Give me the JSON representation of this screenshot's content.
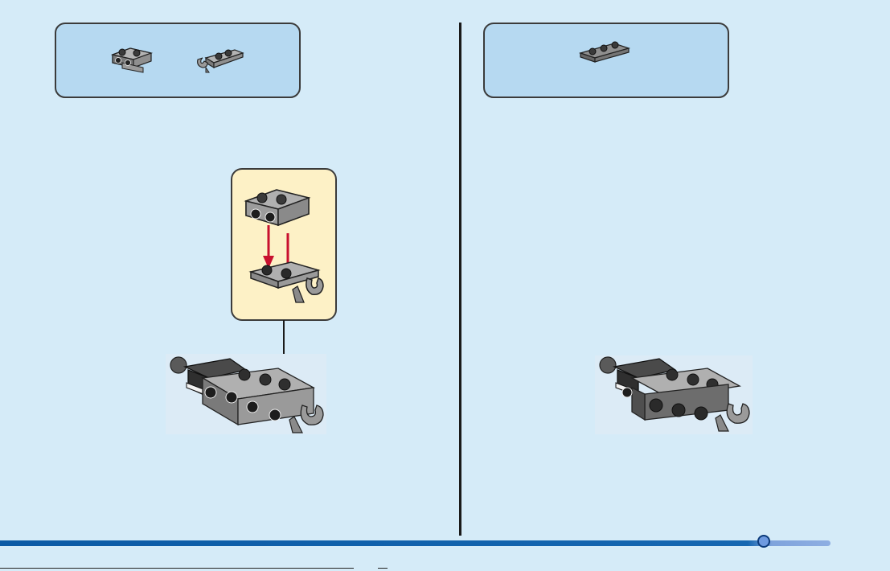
{
  "steps": [
    {
      "parts": [
        "bracket-plate",
        "clip-plate"
      ]
    },
    {
      "parts": [
        "plate-1x3"
      ]
    }
  ],
  "colors": {
    "background": "#d5ebf8",
    "parts_box": "#b6d9f1",
    "sub_assembly": "#fdf1c6",
    "arrow_red": "#c8102e",
    "brick_light": "#a0a0a0",
    "brick_dark": "#5a5a5a",
    "progress": "#1667b1"
  },
  "progress": {
    "fraction": 0.91
  }
}
